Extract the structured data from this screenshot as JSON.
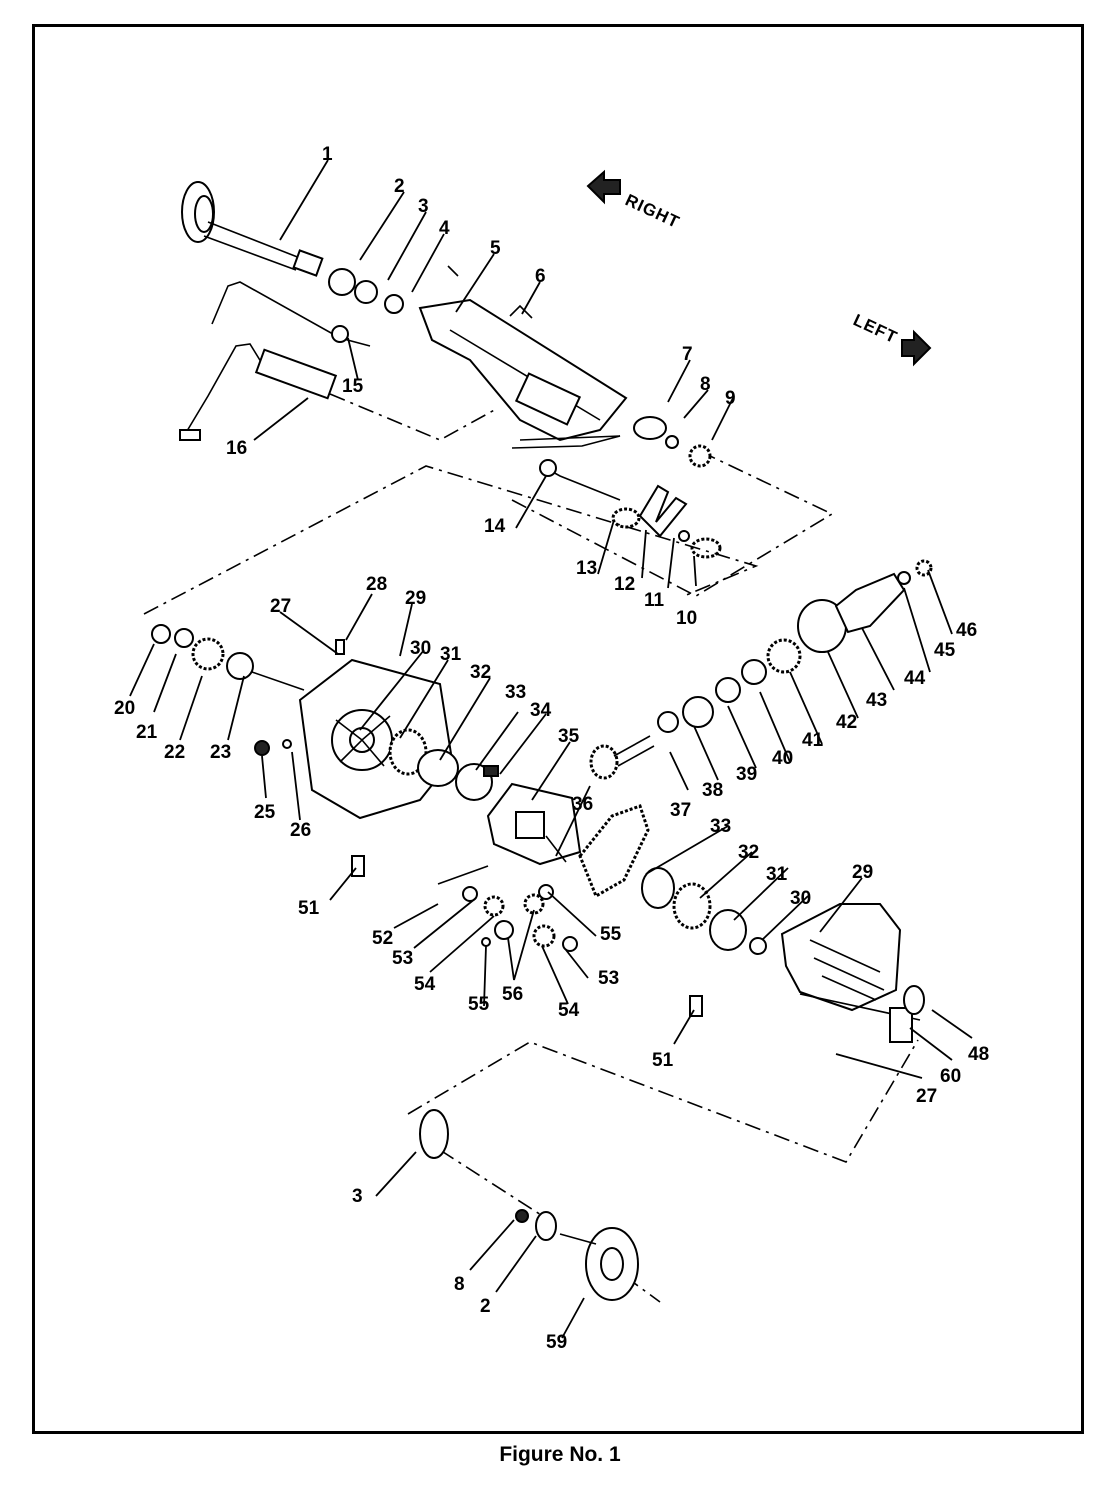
{
  "figure": {
    "caption": "Figure No. 1"
  },
  "directions": {
    "right": "RIGHT",
    "left": "LEFT"
  },
  "callouts": [
    {
      "label": "1"
    },
    {
      "label": "2"
    },
    {
      "label": "3"
    },
    {
      "label": "4"
    },
    {
      "label": "5"
    },
    {
      "label": "6"
    },
    {
      "label": "7"
    },
    {
      "label": "8"
    },
    {
      "label": "9"
    },
    {
      "label": "10"
    },
    {
      "label": "11"
    },
    {
      "label": "12"
    },
    {
      "label": "13"
    },
    {
      "label": "14"
    },
    {
      "label": "15"
    },
    {
      "label": "16"
    },
    {
      "label": "20"
    },
    {
      "label": "21"
    },
    {
      "label": "22"
    },
    {
      "label": "23"
    },
    {
      "label": "25"
    },
    {
      "label": "26"
    },
    {
      "label": "27"
    },
    {
      "label": "28"
    },
    {
      "label": "29"
    },
    {
      "label": "30"
    },
    {
      "label": "31"
    },
    {
      "label": "32"
    },
    {
      "label": "33"
    },
    {
      "label": "34"
    },
    {
      "label": "35"
    },
    {
      "label": "36"
    },
    {
      "label": "37"
    },
    {
      "label": "38"
    },
    {
      "label": "39"
    },
    {
      "label": "40"
    },
    {
      "label": "41"
    },
    {
      "label": "42"
    },
    {
      "label": "43"
    },
    {
      "label": "44"
    },
    {
      "label": "45"
    },
    {
      "label": "46"
    },
    {
      "label": "33"
    },
    {
      "label": "32"
    },
    {
      "label": "31"
    },
    {
      "label": "30"
    },
    {
      "label": "29"
    },
    {
      "label": "51"
    },
    {
      "label": "52"
    },
    {
      "label": "53"
    },
    {
      "label": "54"
    },
    {
      "label": "55"
    },
    {
      "label": "56"
    },
    {
      "label": "55"
    },
    {
      "label": "54"
    },
    {
      "label": "53"
    },
    {
      "label": "51"
    },
    {
      "label": "60"
    },
    {
      "label": "48"
    },
    {
      "label": "27"
    },
    {
      "label": "3"
    },
    {
      "label": "8"
    },
    {
      "label": "2"
    },
    {
      "label": "59"
    }
  ]
}
